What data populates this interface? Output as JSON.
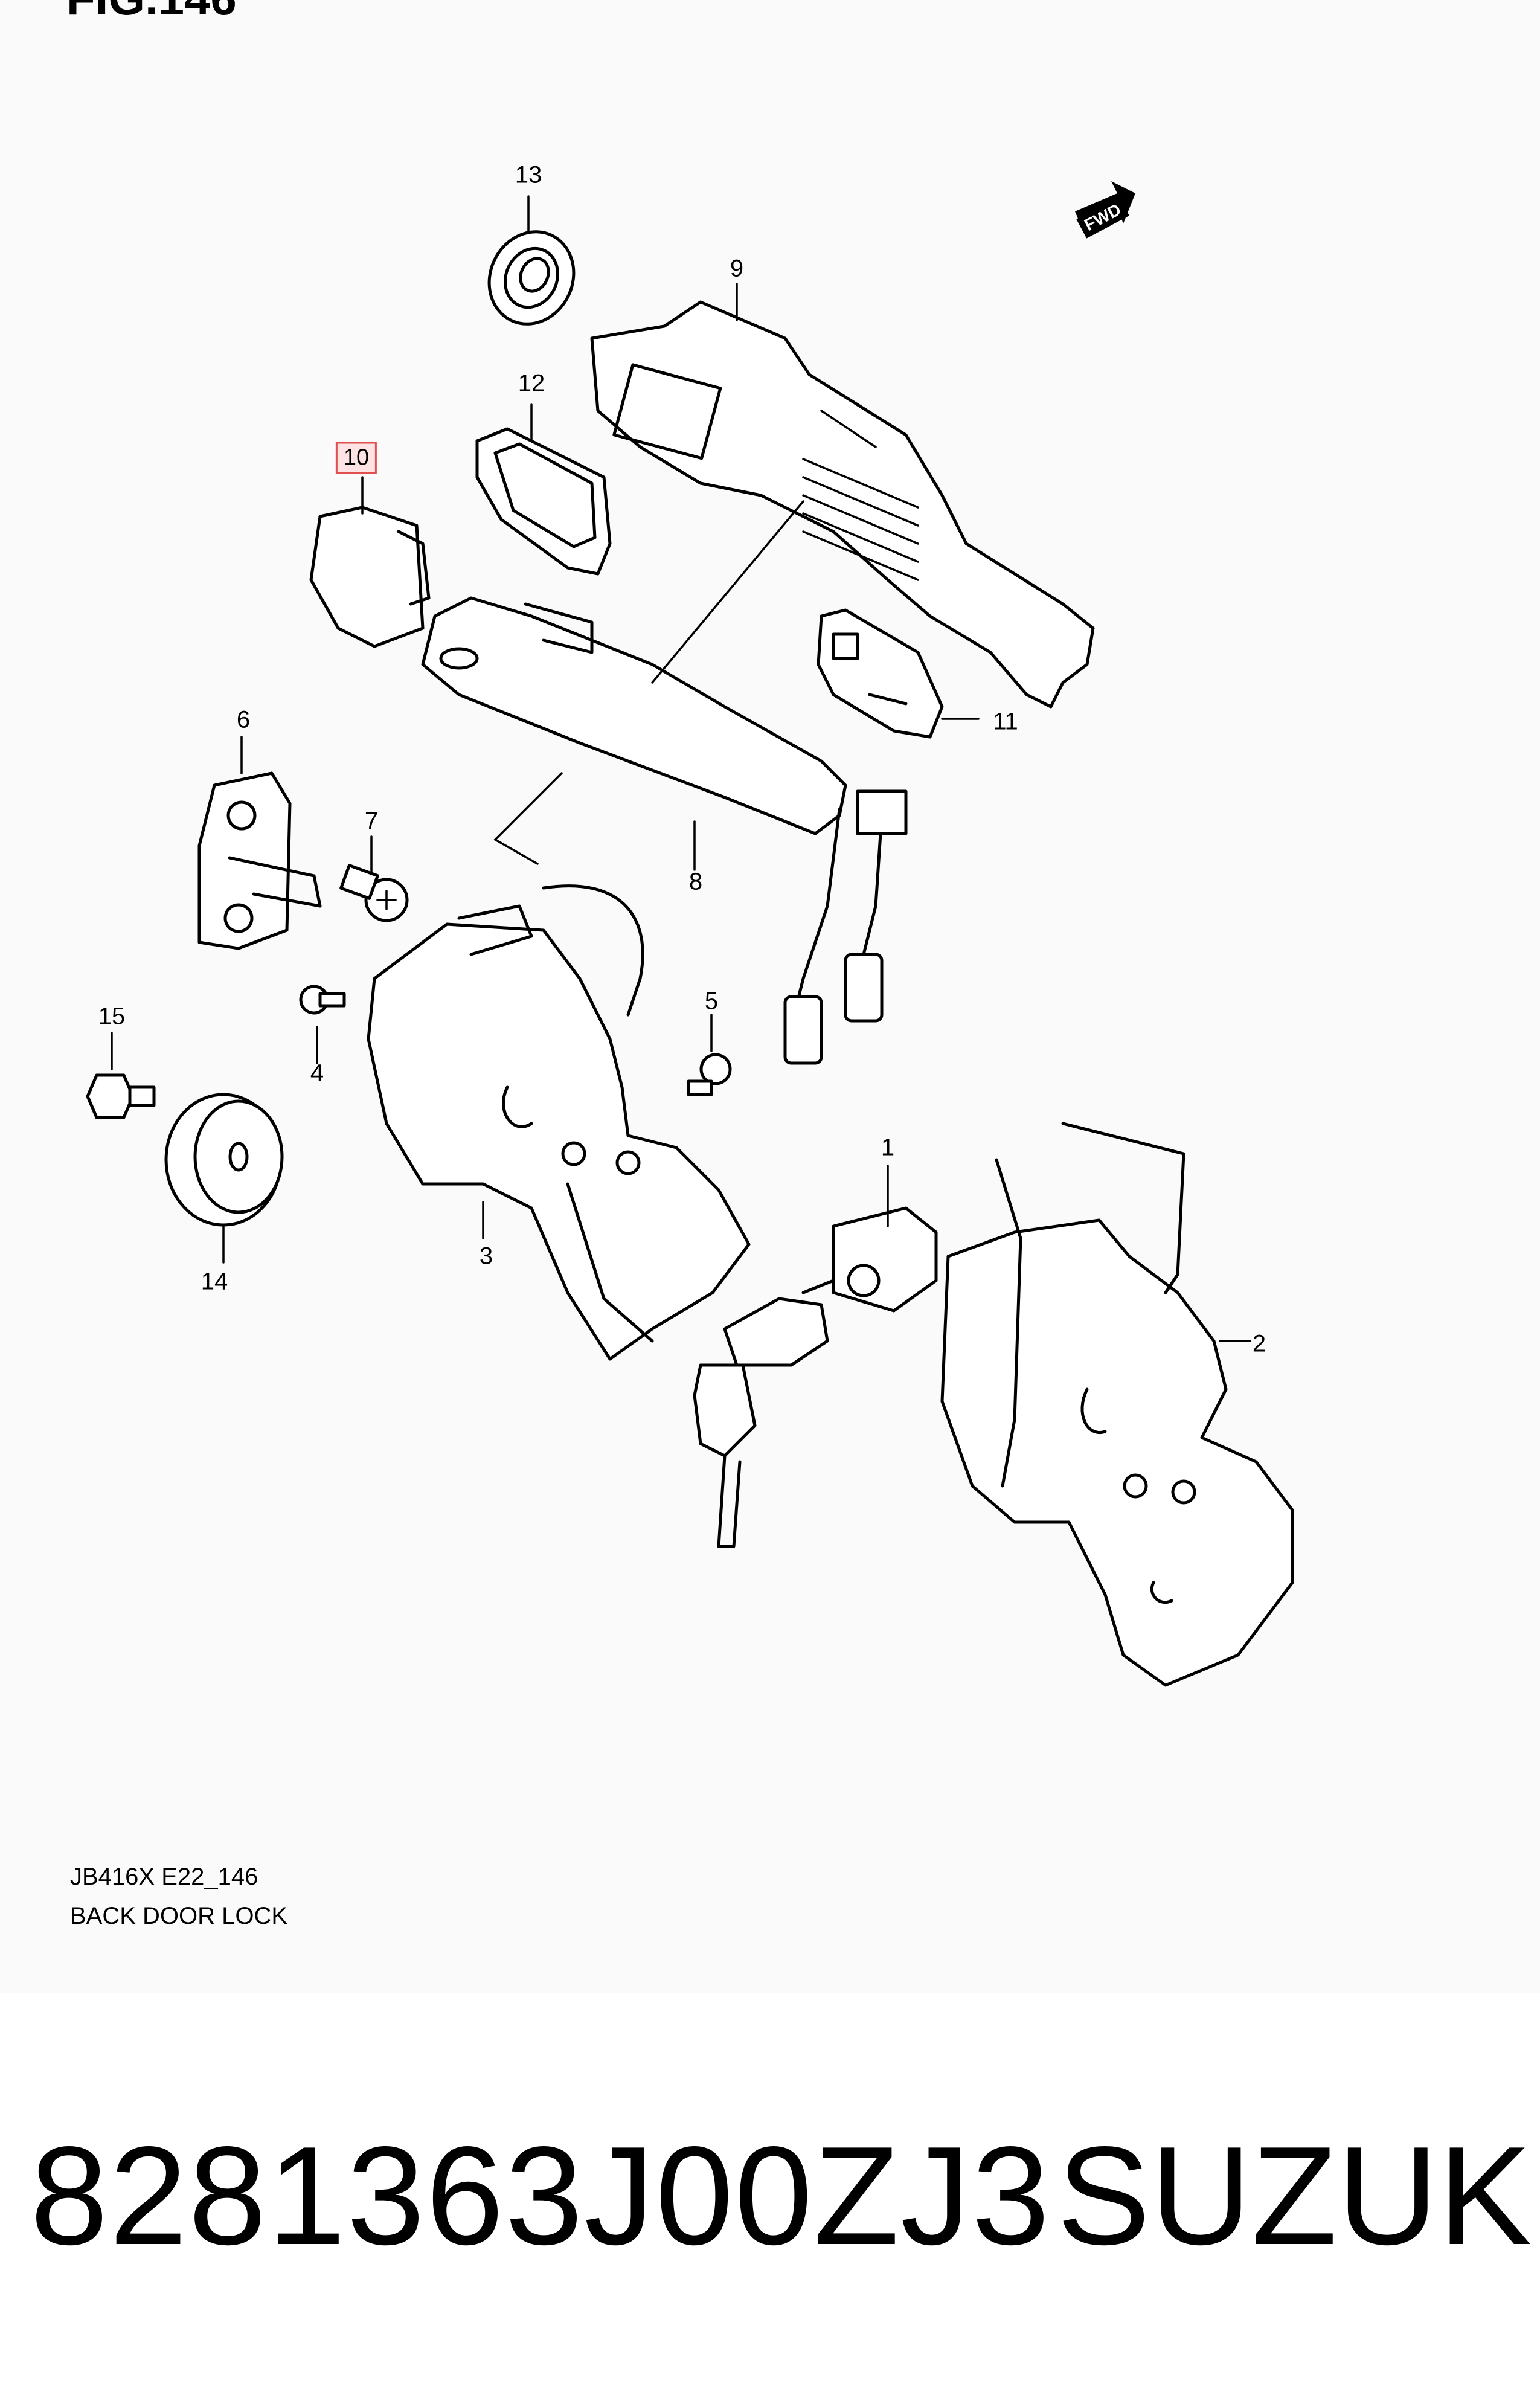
{
  "figure": {
    "title": "FIG.146"
  },
  "callouts": [
    {
      "id": "13",
      "label": "13"
    },
    {
      "id": "9",
      "label": "9"
    },
    {
      "id": "12",
      "label": "12"
    },
    {
      "id": "10",
      "label": "10",
      "highlighted": true
    },
    {
      "id": "11",
      "label": "11"
    },
    {
      "id": "6",
      "label": "6"
    },
    {
      "id": "7",
      "label": "7"
    },
    {
      "id": "8",
      "label": "8"
    },
    {
      "id": "15",
      "label": "15"
    },
    {
      "id": "4",
      "label": "4"
    },
    {
      "id": "5",
      "label": "5"
    },
    {
      "id": "14",
      "label": "14"
    },
    {
      "id": "3",
      "label": "3"
    },
    {
      "id": "1",
      "label": "1"
    },
    {
      "id": "2",
      "label": "2"
    }
  ],
  "orientation_badge": {
    "label": "FWD"
  },
  "caption": {
    "model_code": "JB416X E22_146",
    "title": "BACK DOOR LOCK"
  },
  "footer": {
    "part_number": "8281363J00ZJ3",
    "brand": "SUZUKI"
  },
  "colors": {
    "highlight_border": "#e05050",
    "highlight_fill": "#fde3e3",
    "background": "#fafafa"
  }
}
